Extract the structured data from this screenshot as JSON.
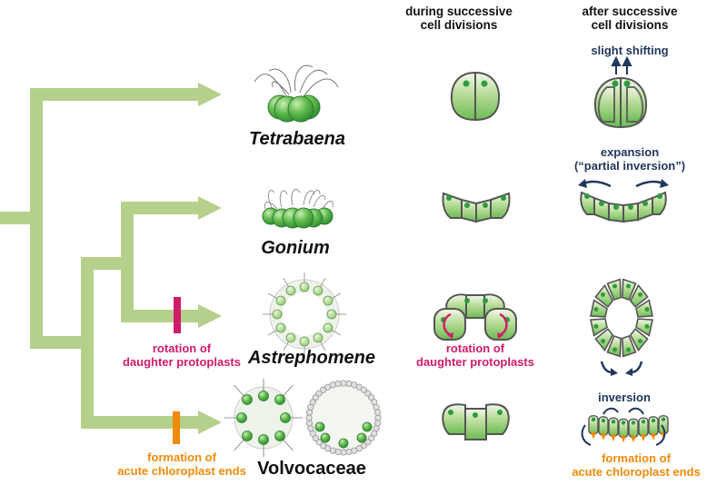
{
  "headers": {
    "col1": [
      "during successive",
      "cell divisions"
    ],
    "col2": [
      "after successive",
      "cell divisions"
    ]
  },
  "taxa": {
    "tetrabaena": "Tetrabaena",
    "gonium": "Gonium",
    "astrephomene": "Astrephomene",
    "volvocaceae": "Volvocaceae"
  },
  "annotations": {
    "slight_shifting": "slight shifting",
    "expansion": [
      "expansion",
      "(“partial inversion”)"
    ],
    "inversion": "inversion",
    "rotation_tree": [
      "rotation of",
      "daughter protoplasts"
    ],
    "rotation_mid": [
      "rotation of",
      "daughter protoplasts"
    ],
    "formation_tree": [
      "formation of",
      "acute chloroplast ends"
    ],
    "formation_right": [
      "formation of",
      "acute chloroplast ends"
    ]
  },
  "colors": {
    "tree": "#b5d08a",
    "cell_light": "#e8f3da",
    "cell_green": "#5bb14a",
    "dot": "#2f9b3e",
    "outline": "#555555",
    "magenta": "#d01c6b",
    "orange": "#f08a0b",
    "navy": "#22375e"
  }
}
